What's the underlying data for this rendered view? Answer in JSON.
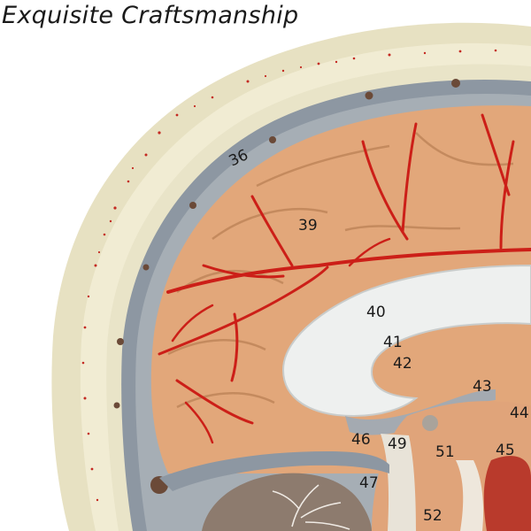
{
  "caption": "Exquisite Craftsmanship",
  "labels": {
    "l36": "36",
    "l39": "39",
    "l40": "40",
    "l41": "41",
    "l42": "42",
    "l43": "43",
    "l44": "44",
    "l45": "45",
    "l46": "46",
    "l47": "47",
    "l49": "49",
    "l51": "51",
    "l52": "52"
  },
  "colors": {
    "skin": "#e9e3c5",
    "bone": "#f3eed6",
    "dura": "#8e98a3",
    "brain": "#e2a879",
    "vessel": "#cc1f18",
    "white_matter": "#eef0ef",
    "cerebellum": "#8d7b6e"
  }
}
